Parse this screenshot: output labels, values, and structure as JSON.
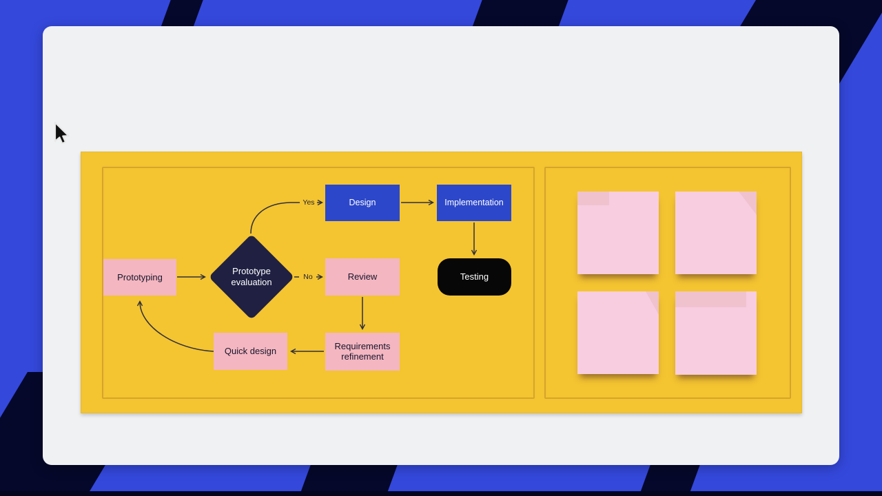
{
  "flowchart": {
    "nodes": [
      {
        "label": "Prototyping",
        "shape": "rectangle",
        "color": "pink"
      },
      {
        "label": "Prototype evaluation",
        "shape": "diamond",
        "color": "navy"
      },
      {
        "label": "Design",
        "shape": "rectangle",
        "color": "blue"
      },
      {
        "label": "Implementation",
        "shape": "rectangle",
        "color": "blue"
      },
      {
        "label": "Testing",
        "shape": "rounded-rectangle",
        "color": "black"
      },
      {
        "label": "Review",
        "shape": "rectangle",
        "color": "pink"
      },
      {
        "label": "Requirements refinement",
        "shape": "rectangle",
        "color": "pink"
      },
      {
        "label": "Quick design",
        "shape": "rectangle",
        "color": "pink"
      }
    ],
    "edge_labels": {
      "yes": "Yes",
      "no": "No"
    },
    "edges": [
      {
        "from": "Prototyping",
        "to": "Prototype evaluation",
        "label": ""
      },
      {
        "from": "Prototype evaluation",
        "to": "Design",
        "label": "Yes"
      },
      {
        "from": "Design",
        "to": "Implementation",
        "label": ""
      },
      {
        "from": "Implementation",
        "to": "Testing",
        "label": ""
      },
      {
        "from": "Prototype evaluation",
        "to": "Review",
        "label": "No"
      },
      {
        "from": "Review",
        "to": "Requirements refinement",
        "label": ""
      },
      {
        "from": "Requirements refinement",
        "to": "Quick design",
        "label": ""
      },
      {
        "from": "Quick design",
        "to": "Prototyping",
        "label": ""
      }
    ]
  },
  "sticky_notes": {
    "count": 4
  },
  "colors": {
    "backdrop_blue": "#3448dc",
    "backdrop_stripe_navy": "#06082b",
    "slide_card": "#f0f1f3",
    "board_yellow": "#f4c431",
    "frame_border": "#d5a42c",
    "node_pink": "#f4b6c0",
    "node_blue": "#2c47c9",
    "node_navy": "#1f2042",
    "node_black": "#070707",
    "sticky_pink": "#f8cde0",
    "arrow": "#2e2e38"
  }
}
